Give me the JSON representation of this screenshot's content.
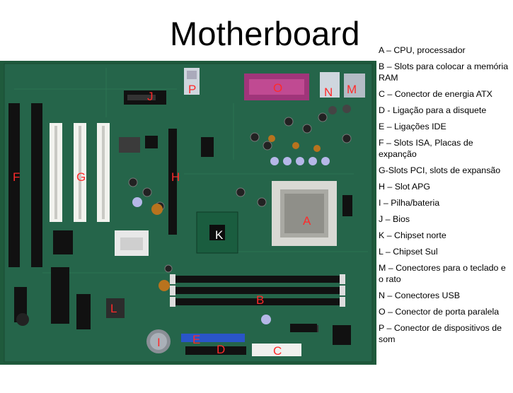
{
  "title": "Motherboard",
  "board_labels": {
    "A": "A",
    "B": "B",
    "C": "C",
    "D": "D",
    "E": "E",
    "F": "F",
    "G": "G",
    "H": "H",
    "I": "I",
    "J": "J",
    "K": "K",
    "L": "L",
    "M": "M",
    "N": "N",
    "O": "O",
    "P": "P"
  },
  "legend": [
    "A – CPU, processador",
    "B – Slots para colocar a memória RAM",
    "C – Conector de energia ATX",
    "D - Ligação para a disquete",
    "E – Ligações IDE",
    "F – Slots ISA, Placas de expanção",
    "G-Slots PCI, slots de expansão",
    "H – Slot APG",
    "I – Pilha/bateria",
    "J – Bios",
    "K – Chipset norte",
    "L – Chipset Sul",
    "M – Conectores para o teclado e o rato",
    "N – Conectores USB",
    "O – Conector de porta paralela",
    "P – Conector de dispositivos de som"
  ],
  "colors": {
    "pcb": "#1f5a3c",
    "label_red": "#ff2a2a",
    "slot_black": "#111111",
    "slot_white": "#f2f2ee",
    "parallel_port": "#a0357a",
    "ide_blue": "#2a55c8"
  }
}
